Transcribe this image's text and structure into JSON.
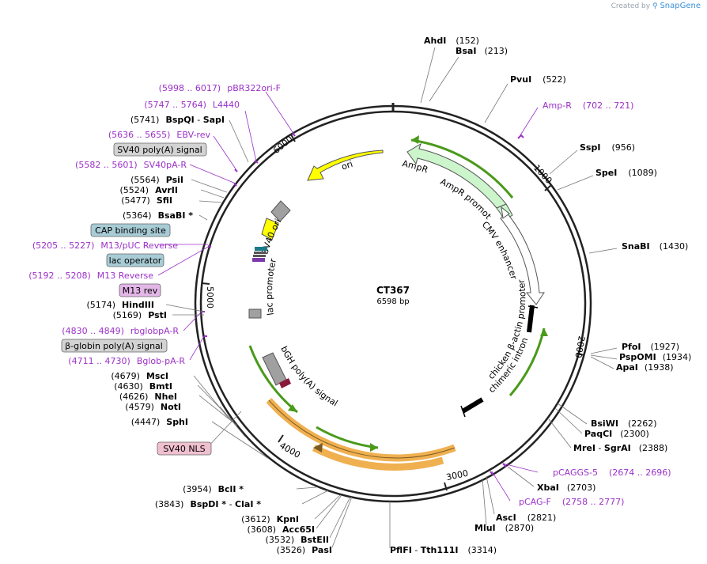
{
  "credit": {
    "prefix": "Created by",
    "brand": "SnapGene"
  },
  "plasmid": {
    "name": "CT367",
    "length_label": "6598 bp",
    "length": 6598
  },
  "ticks": [
    {
      "pos": 1000,
      "label": "1000"
    },
    {
      "pos": 2000,
      "label": "2000"
    },
    {
      "pos": 3000,
      "label": "3000"
    },
    {
      "pos": 4000,
      "label": "4000"
    },
    {
      "pos": 5000,
      "label": "5000"
    },
    {
      "pos": 6000,
      "label": "6000"
    }
  ],
  "sites": [
    {
      "name": "AhdI",
      "pos": "(152)"
    },
    {
      "name": "BsaI",
      "pos": "(213)"
    },
    {
      "name": "PvuI",
      "pos": "(522)"
    },
    {
      "name": "SspI",
      "pos": "(956)"
    },
    {
      "name": "SpeI",
      "pos": "(1089)"
    },
    {
      "name": "SnaBI",
      "pos": "(1430)"
    },
    {
      "name": "PfoI",
      "pos": "(1927)"
    },
    {
      "name": "PspOMI",
      "pos": "(1934)"
    },
    {
      "name": "ApaI",
      "pos": "(1938)"
    },
    {
      "name": "BsiWI",
      "pos": "(2262)"
    },
    {
      "name": "PaqCI",
      "pos": "(2300)"
    },
    {
      "name": "MreI",
      "sep": " - ",
      "name2": "SgrAI",
      "pos": "(2388)"
    },
    {
      "name": "XbaI",
      "pos": "(2703)"
    },
    {
      "name": "AscI",
      "pos": "(2821)"
    },
    {
      "name": "MluI",
      "pos": "(2870)"
    },
    {
      "name": "PflFI",
      "sep": " - ",
      "name2": "Tth111I",
      "pos": "(3314)"
    },
    {
      "name": "PasI",
      "pos": "(3526)"
    },
    {
      "name": "BstEII",
      "pos": "(3532)"
    },
    {
      "name": "Acc65I",
      "pos": "(3608)"
    },
    {
      "name": "KpnI",
      "pos": "(3612)"
    },
    {
      "name": "BspDI *",
      "sep": " - ",
      "name2": "ClaI *",
      "pos": "(3843)"
    },
    {
      "name": "BclI *",
      "pos": "(3954)"
    },
    {
      "name": "SphI",
      "pos": "(4447)"
    },
    {
      "name": "NotI",
      "pos": "(4579)"
    },
    {
      "name": "NheI",
      "pos": "(4626)"
    },
    {
      "name": "BmtI",
      "pos": "(4630)"
    },
    {
      "name": "MscI",
      "pos": "(4679)"
    },
    {
      "name": "PstI",
      "pos": "(5169)"
    },
    {
      "name": "HindIII",
      "pos": "(5174)"
    },
    {
      "name": "BsaBI *",
      "pos": "(5364)"
    },
    {
      "name": "SfiI",
      "pos": "(5477)"
    },
    {
      "name": "AvrII",
      "pos": "(5524)"
    },
    {
      "name": "PsiI",
      "pos": "(5564)"
    },
    {
      "name": "BspQI",
      "sep": " - ",
      "name2": "SapI",
      "pos": "(5741)"
    }
  ],
  "primers": [
    {
      "name": "Amp-R",
      "range": "(702 .. 721)"
    },
    {
      "name": "pCAGGS-5",
      "range": "(2674 .. 2696)"
    },
    {
      "name": "pCAG-F",
      "range": "(2758 .. 2777)"
    },
    {
      "name": "Bglob-pA-R",
      "range": "(4711 .. 4730)"
    },
    {
      "name": "rbglobpA-R",
      "range": "(4830 .. 4849)"
    },
    {
      "name": "M13 Reverse",
      "range": "(5192 .. 5208)"
    },
    {
      "name": "M13/pUC Reverse",
      "range": "(5205 .. 5227)"
    },
    {
      "name": "SV40pA-R",
      "range": "(5582 .. 5601)"
    },
    {
      "name": "EBV-rev",
      "range": "(5636 .. 5655)"
    },
    {
      "name": "L4440",
      "range": "(5747 .. 5764)"
    },
    {
      "name": "pBR322ori-F",
      "range": "(5998 .. 6017)"
    }
  ],
  "boxed_features": [
    {
      "name": "SV40 poly(A) signal",
      "color": "#d3d3d3"
    },
    {
      "name": "CAP binding site",
      "color": "#a8ccd6"
    },
    {
      "name": "lac operator",
      "color": "#a8ccd6"
    },
    {
      "name": "M13 rev",
      "color": "#e3b6e8"
    },
    {
      "name": "β-globin poly(A) signal",
      "color": "#d3d3d3"
    },
    {
      "name": "SV40 NLS",
      "color": "#f0c0cf"
    }
  ],
  "inner_features": [
    {
      "name": "ori",
      "color": "#ffff00"
    },
    {
      "name": "AmpR",
      "color": "#ccf5cc"
    },
    {
      "name": "AmpR promoter",
      "color": "#ccf5cc"
    },
    {
      "name": "CMV enhancer",
      "color": "#ffffff"
    },
    {
      "name": "chicken β-actin promoter",
      "color": "#ffffff"
    },
    {
      "name": "chimeric intron",
      "color": "#000000"
    },
    {
      "name": "bGH poly(A) signal",
      "color": "#a0a0a0"
    },
    {
      "name": "SV40 ori",
      "color": "#ffff00"
    },
    {
      "name": "lac promoter",
      "color": "#a0a0a0"
    }
  ],
  "colors": {
    "backbone": "#222222",
    "primer": "#9b30c8",
    "orf_outline": "#4a9a1a",
    "orf_orange": "#f0b050"
  }
}
